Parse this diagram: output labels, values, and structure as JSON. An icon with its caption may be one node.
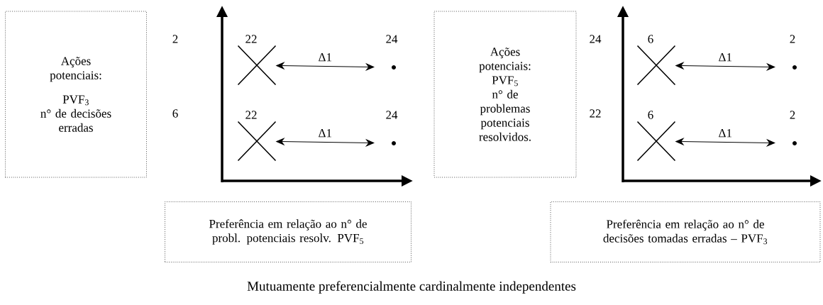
{
  "diagram": {
    "caption": "Mutuamente preferencialmente cardinalmente independentes",
    "nodes": [
      {
        "text": [
          "Ações potenciais:",
          "PVF$_{3}$",
          "n° de decisões erradas"
        ]
      },
      {
        "text": [],
        "shape": "cross",
        "beside": [
          "22"
        ]
      },
      {
        "text": [],
        "shape": "dot",
        "beside": [
          "24"
        ]
      },
      {
        "text": [],
        "shape": "cross",
        "beside": [
          "22"
        ]
      },
      {
        "text": [],
        "shape": "dot",
        "beside": [
          "24"
        ]
      },
      {
        "text": [
          "Ações potenciais:",
          "PVF$_{5}$",
          "n° de problemas potenciais resolvidos."
        ]
      },
      {
        "text": [],
        "shape": "cross",
        "beside": [
          "6"
        ]
      },
      {
        "text": [],
        "shape": "dot",
        "beside": [
          "2"
        ]
      },
      {
        "text": [],
        "shape": "cross",
        "beside": [
          "6"
        ]
      },
      {
        "text": [],
        "shape": "dot",
        "beside": [
          "2"
        ]
      },
      {
        "text": [
          "Preferência em relação ao n° de probl. potenciais resolv. PVF$_{5}$"
        ]
      },
      {
        "text": [
          "Preferência em relação ao n° de decisões tomadas erradas – PVF$_{3}$"
        ]
      }
    ],
    "edges": [
      {
        "from": 1,
        "to": 2,
        "arrow": "both",
        "label": "Δ1"
      },
      {
        "from": 3,
        "to": 4,
        "arrow": "both",
        "label": "Δ1"
      },
      {
        "from": 6,
        "to": 7,
        "arrow": "both",
        "label": "Δ1"
      },
      {
        "from": 8,
        "to": 9,
        "arrow": "both",
        "label": "Δ1"
      }
    ],
    "labels": [
      "2",
      "6",
      "24",
      "22"
    ]
  }
}
